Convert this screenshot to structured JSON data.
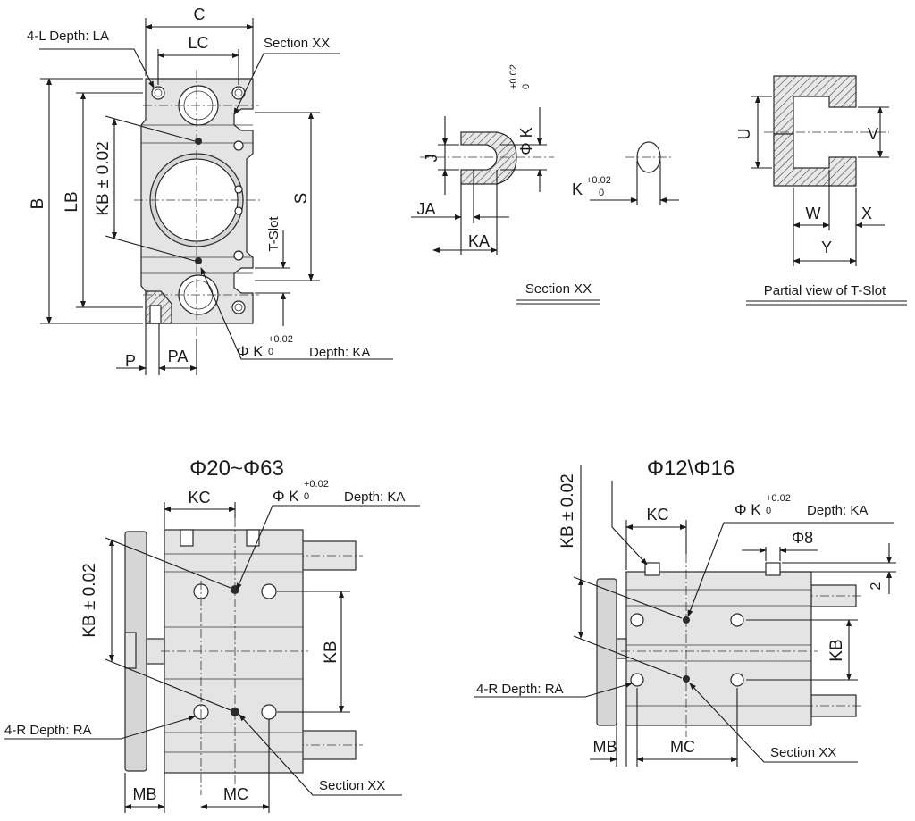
{
  "front_view": {
    "labels": {
      "C": "C",
      "LC": "LC",
      "four_l_depth": "4-L Depth: LA",
      "section_xx": "Section XX",
      "B": "B",
      "LB": "LB",
      "KB": "KB ± 0.02",
      "S": "S",
      "t_slot": "T-Slot",
      "P": "P",
      "PA": "PA",
      "phi_k_prefix": "Φ K",
      "tol_top": "+0.02",
      "tol_bottom": "0",
      "depth_ka": "Depth: KA"
    }
  },
  "section_detail": {
    "labels": {
      "phi_k": "Φ K",
      "tol_top": "+0.02",
      "tol_bottom": "0",
      "J": "J",
      "JA": "JA",
      "KA": "KA",
      "K": "K",
      "caption": "Section XX"
    }
  },
  "t_slot_detail": {
    "labels": {
      "U": "U",
      "V": "V",
      "W": "W",
      "X": "X",
      "Y": "Y",
      "caption": "Partial view of T-Slot"
    }
  },
  "side_view_large": {
    "labels": {
      "title": "Φ20~Φ63",
      "KC": "KC",
      "phi_k": "Φ K",
      "tol_top": "+0.02",
      "tol_bottom": "0",
      "depth_ka": "Depth: KA",
      "KB_tol": "KB ± 0.02",
      "KB": "KB",
      "four_r": "4-R Depth: RA",
      "MB": "MB",
      "MC": "MC",
      "section_xx": "Section XX"
    }
  },
  "side_view_small": {
    "labels": {
      "title": "Φ12\\Φ16",
      "KC": "KC",
      "phi_k": "Φ K",
      "tol_top": "+0.02",
      "tol_bottom": "0",
      "depth_ka": "Depth: KA",
      "phi8": "Φ8",
      "two": "2",
      "KB_tol": "KB ± 0.02",
      "KB": "KB",
      "four_r": "4-R Depth: RA",
      "MB": "MB",
      "MC": "MC",
      "section_xx": "Section XX"
    }
  }
}
